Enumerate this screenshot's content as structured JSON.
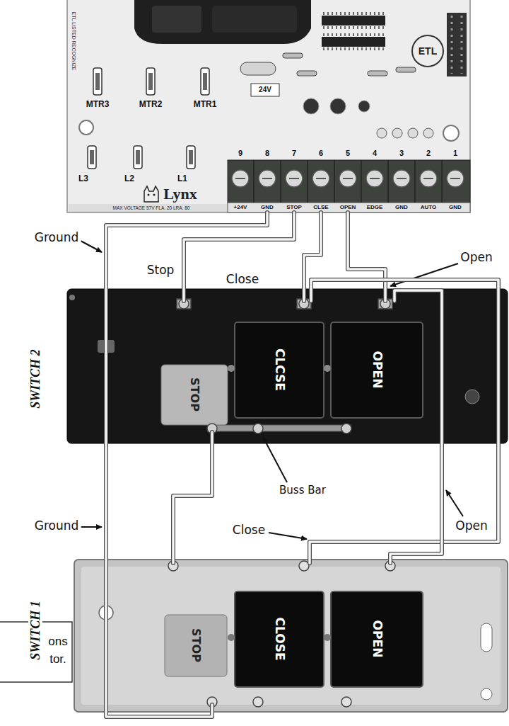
{
  "diagram": {
    "nodes": [
      {
        "text": [
          "Lynx"
        ]
      },
      {
        "text": [
          "9",
          "+24V"
        ],
        "in": 0
      },
      {
        "text": [
          "8",
          "GND"
        ],
        "in": 0
      },
      {
        "text": [
          "7",
          "STOP"
        ],
        "in": 0
      },
      {
        "text": [
          "6",
          "CLSE"
        ],
        "in": 0
      },
      {
        "text": [
          "5",
          "OPEN"
        ],
        "in": 0
      },
      {
        "text": [
          "4",
          "EDGE"
        ],
        "in": 0
      },
      {
        "text": [
          "3",
          "GND"
        ],
        "in": 0
      },
      {
        "text": [
          "2",
          "AUTO"
        ],
        "in": 0
      },
      {
        "text": [
          "1",
          "GND"
        ],
        "in": 0
      },
      {
        "text": [
          "SWITCH 2"
        ]
      },
      {
        "text": [
          "STOP"
        ],
        "in": 10
      },
      {
        "text": [
          "CLCSE"
        ],
        "in": 10
      },
      {
        "text": [
          "OPEN"
        ],
        "in": 10
      },
      {
        "text": [
          "SWITCH 1"
        ]
      },
      {
        "text": [
          "STOP"
        ],
        "in": 14
      },
      {
        "text": [
          "CLOSE"
        ],
        "in": 14
      },
      {
        "text": [
          "OPEN"
        ],
        "in": 14
      }
    ],
    "edges": [
      {
        "from": 2,
        "to": 15,
        "arrow": "none"
      },
      {
        "from": 3,
        "to": 11,
        "arrow": "none"
      },
      {
        "from": 4,
        "to": 12,
        "arrow": "none"
      },
      {
        "from": 5,
        "to": 13,
        "arrow": "none"
      },
      {
        "from": 11,
        "to": 15,
        "arrow": "none"
      },
      {
        "from": 12,
        "to": 16,
        "arrow": "none"
      },
      {
        "from": 13,
        "to": 17,
        "arrow": "none"
      }
    ],
    "labels": [
      "ETL LISTED RECOGNIZE",
      "MTR3",
      "MTR2",
      "MTR1",
      "24V",
      "ETL",
      "L3",
      "L2",
      "L1",
      "MAX VOLTAGE 57V FLA. 20 LRA. 80",
      "Ground",
      "Stop",
      "Close",
      "Open",
      "Buss Bar",
      "Ground",
      "Close",
      "Open",
      "ons",
      "tor."
    ]
  }
}
